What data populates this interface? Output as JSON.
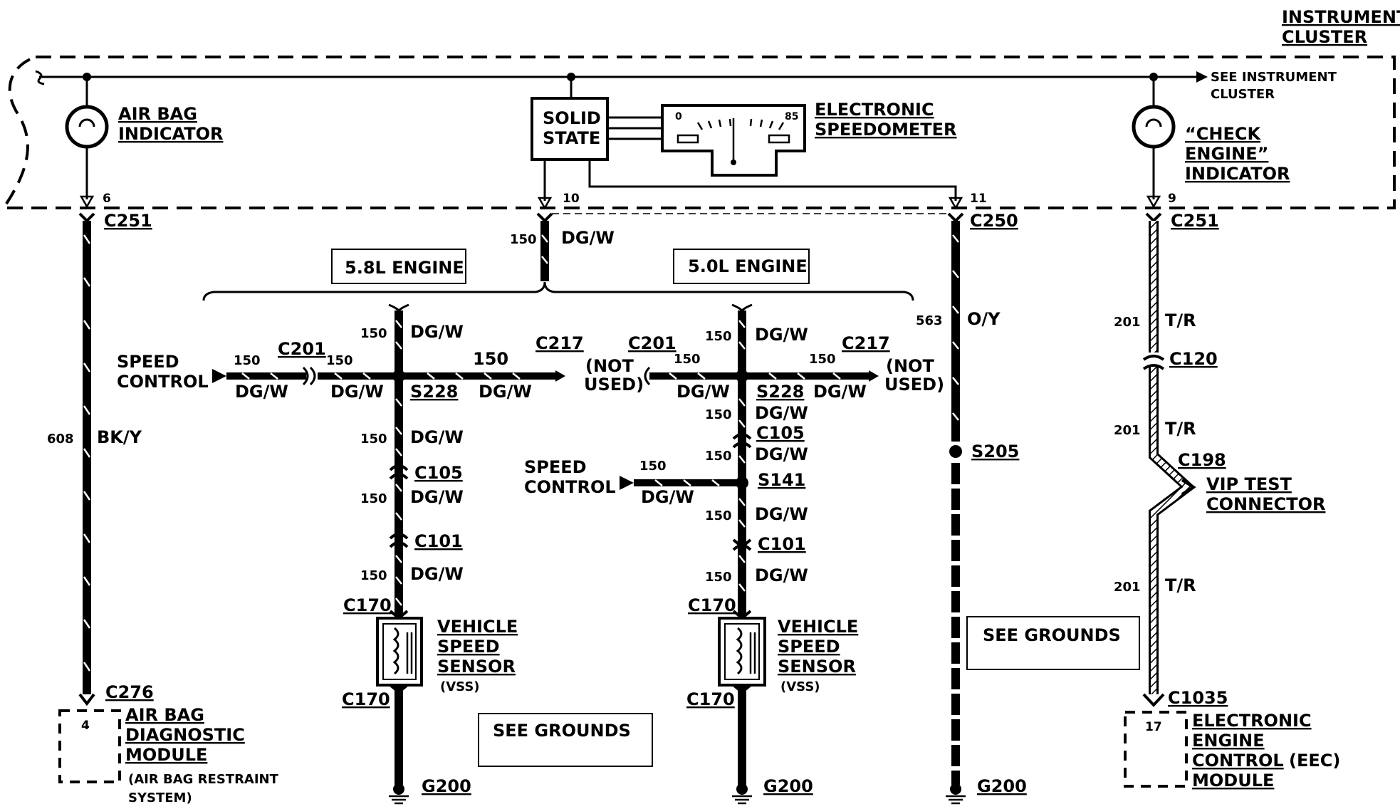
{
  "cluster": {
    "title_line1": "INSTRUMENT",
    "title_line2": "CLUSTER",
    "see_line1": "SEE INSTRUMENT",
    "see_line2": "CLUSTER"
  },
  "indicators": {
    "airbag_line1": "AIR BAG",
    "airbag_line2": "INDICATOR",
    "check_line1": "“CHECK",
    "check_line2": "ENGINE”",
    "check_line3": "INDICATOR"
  },
  "solid_state": {
    "line1": "SOLID",
    "line2": "STATE"
  },
  "speedometer": {
    "line1": "ELECTRONIC",
    "line2": "SPEEDOMETER",
    "scale_min": "0",
    "scale_max": "85"
  },
  "pins": {
    "p6": "6",
    "p10": "10",
    "p11": "11",
    "p9": "9",
    "p4": "4",
    "p17": "17"
  },
  "connectors": {
    "c251_left": "C251",
    "c250": "C250",
    "c251_right": "C251",
    "c201_a": "C201",
    "c217_a": "C217",
    "c201_b": "C201",
    "c217_b": "C217",
    "c105_a": "C105",
    "c101_a": "C101",
    "c170_a_top": "C170",
    "c170_a_bot": "C170",
    "c105_b": "C105",
    "c101_b": "C101",
    "c170_b_top": "C170",
    "c170_b_bot": "C170",
    "c120": "C120",
    "c198": "C198",
    "c276": "C276",
    "c1035": "C1035"
  },
  "splices": {
    "s228_a": "S228",
    "s228_b": "S228",
    "s141": "S141",
    "s205": "S205"
  },
  "grounds": {
    "g200_a": "G200",
    "g200_b": "G200",
    "g200_c": "G200"
  },
  "engines": {
    "e58": "5.8L ENGINE",
    "e50": "5.0L ENGINE"
  },
  "wires": {
    "w150": "150",
    "dgw": "DG/W",
    "w608": "608",
    "bky": "BK/Y",
    "w563": "563",
    "oy": "O/Y",
    "w201": "201",
    "tr": "T/R"
  },
  "labels": {
    "speed_control_l1": "SPEED",
    "speed_control_l2": "CONTROL",
    "not_used_l1": "(NOT",
    "not_used_l2": "USED)",
    "vss_l1": "VEHICLE",
    "vss_l2": "SPEED",
    "vss_l3": "SENSOR",
    "vss_l4": "(VSS)",
    "see_grounds": "SEE GROUNDS",
    "vip_l1": "VIP TEST",
    "vip_l2": "CONNECTOR",
    "abdm_l1": "AIR BAG",
    "abdm_l2": "DIAGNOSTIC",
    "abdm_l3": "MODULE",
    "abrs_l1": "(AIR BAG RESTRAINT",
    "abrs_l2": "SYSTEM)",
    "eec_l1": "ELECTRONIC",
    "eec_l2": "ENGINE",
    "eec_l3": "CONTROL",
    "eec_l3b": "(EEC)",
    "eec_l4": "MODULE"
  }
}
